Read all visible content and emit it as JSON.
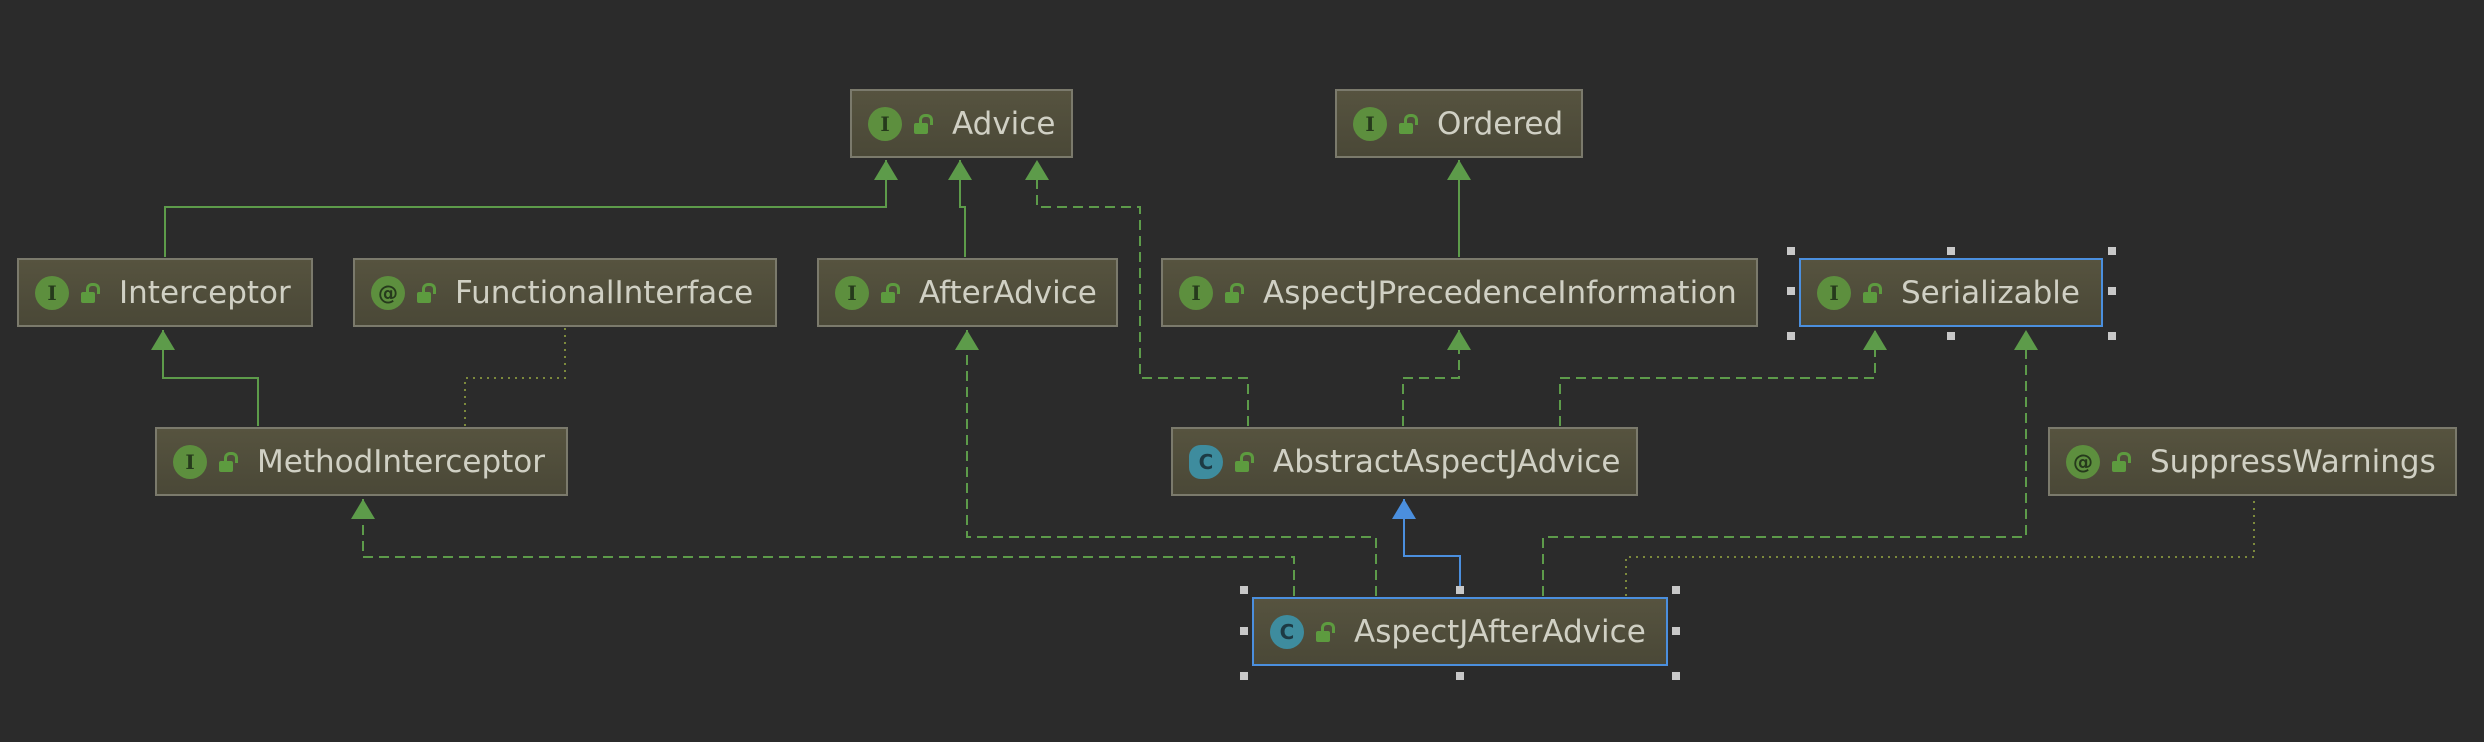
{
  "nodes": {
    "advice": {
      "label": "Advice",
      "kind": "interface",
      "badge": "I"
    },
    "ordered": {
      "label": "Ordered",
      "kind": "interface",
      "badge": "I"
    },
    "interceptor": {
      "label": "Interceptor",
      "kind": "interface",
      "badge": "I"
    },
    "functional_interface": {
      "label": "FunctionalInterface",
      "kind": "annotation",
      "badge": "@"
    },
    "after_advice": {
      "label": "AfterAdvice",
      "kind": "interface",
      "badge": "I"
    },
    "aspectj_precedence_information": {
      "label": "AspectJPrecedenceInformation",
      "kind": "interface",
      "badge": "I"
    },
    "serializable": {
      "label": "Serializable",
      "kind": "interface",
      "badge": "I"
    },
    "method_interceptor": {
      "label": "MethodInterceptor",
      "kind": "interface",
      "badge": "I"
    },
    "abstract_aspectj_advice": {
      "label": "AbstractAspectJAdvice",
      "kind": "abstract-class",
      "badge": "C"
    },
    "suppress_warnings": {
      "label": "SuppressWarnings",
      "kind": "annotation",
      "badge": "@"
    },
    "aspectj_after_advice": {
      "label": "AspectJAfterAdvice",
      "kind": "class",
      "badge": "C"
    }
  },
  "relationships": [
    {
      "from": "interceptor",
      "to": "advice",
      "type": "extends"
    },
    {
      "from": "after_advice",
      "to": "advice",
      "type": "extends"
    },
    {
      "from": "abstract_aspectj_advice",
      "to": "advice",
      "type": "implements"
    },
    {
      "from": "aspectj_precedence_information",
      "to": "ordered",
      "type": "extends"
    },
    {
      "from": "method_interceptor",
      "to": "interceptor",
      "type": "extends"
    },
    {
      "from": "method_interceptor",
      "to": "functional_interface",
      "type": "annotated-by"
    },
    {
      "from": "abstract_aspectj_advice",
      "to": "aspectj_precedence_information",
      "type": "implements"
    },
    {
      "from": "abstract_aspectj_advice",
      "to": "serializable",
      "type": "implements"
    },
    {
      "from": "aspectj_after_advice",
      "to": "abstract_aspectj_advice",
      "type": "extends-class"
    },
    {
      "from": "aspectj_after_advice",
      "to": "method_interceptor",
      "type": "implements"
    },
    {
      "from": "aspectj_after_advice",
      "to": "after_advice",
      "type": "implements"
    },
    {
      "from": "aspectj_after_advice",
      "to": "serializable",
      "type": "implements"
    },
    {
      "from": "aspectj_after_advice",
      "to": "suppress_warnings",
      "type": "annotated-by"
    }
  ],
  "selected": [
    "serializable",
    "aspectj_after_advice"
  ],
  "colors": {
    "background": "#2b2b2b",
    "edge_green": "#5d9b4a",
    "edge_blue": "#4b8fde",
    "annotation_edge": "#7d8a3c",
    "interface_badge": "#5d8f3e",
    "class_badge": "#3e8c9e",
    "selection_border": "#4b8fde"
  }
}
